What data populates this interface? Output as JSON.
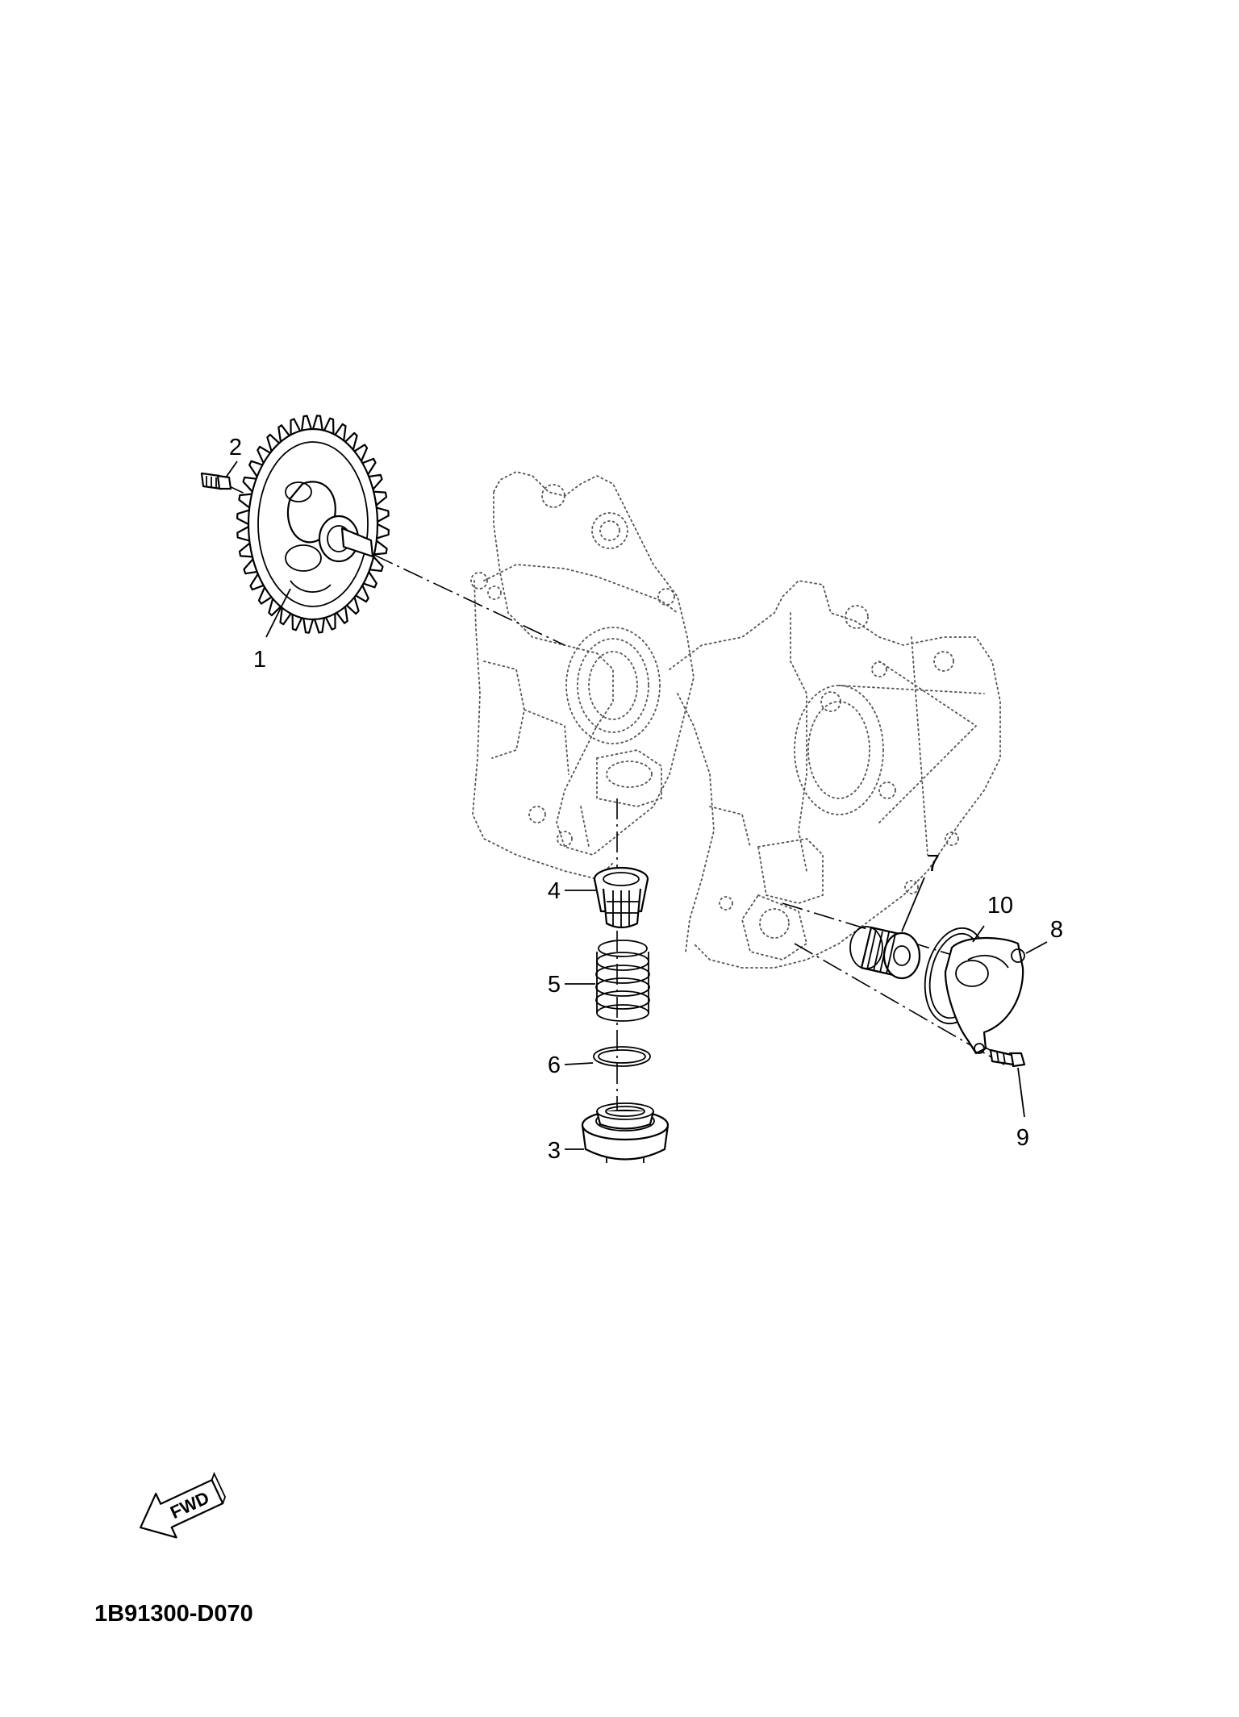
{
  "drawing_code": "1B91300-D070",
  "fwd_label": "FWD",
  "callouts": [
    {
      "id": "1",
      "label": "1"
    },
    {
      "id": "2",
      "label": "2"
    },
    {
      "id": "3",
      "label": "3"
    },
    {
      "id": "4",
      "label": "4"
    },
    {
      "id": "5",
      "label": "5"
    },
    {
      "id": "6",
      "label": "6"
    },
    {
      "id": "7",
      "label": "7"
    },
    {
      "id": "8",
      "label": "8"
    },
    {
      "id": "9",
      "label": "9"
    },
    {
      "id": "10",
      "label": "10"
    }
  ]
}
